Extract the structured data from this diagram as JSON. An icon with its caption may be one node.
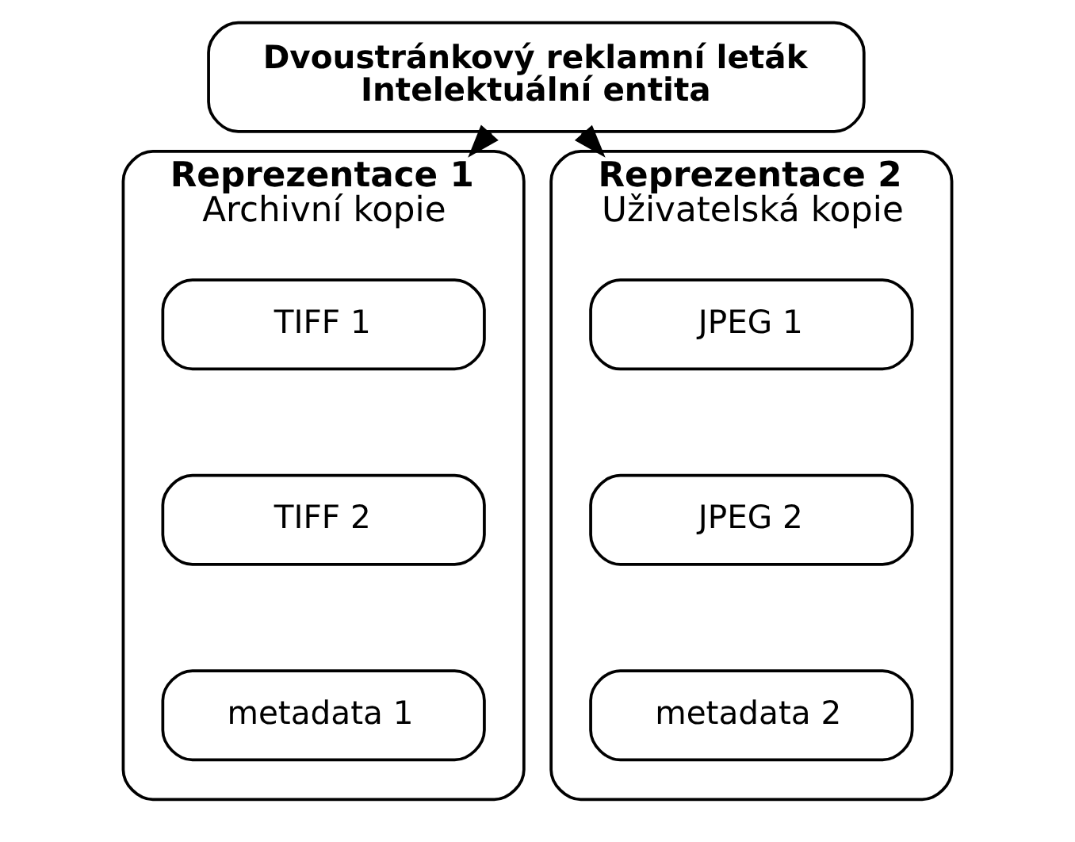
{
  "diagram": {
    "nodes": [
      {
        "text": [
          "Dvoustránkový reklamní leták",
          "Intelektuální entita"
        ]
      },
      {
        "text": [
          "Reprezentace 1",
          "Archivní kopie"
        ]
      },
      {
        "text": [
          "TIFF 1"
        ],
        "in": 1
      },
      {
        "text": [
          "TIFF 2"
        ],
        "in": 1
      },
      {
        "text": [
          "metadata 1"
        ],
        "in": 1
      },
      {
        "text": [
          "Reprezentace 2",
          "Uživatelská kopie"
        ]
      },
      {
        "text": [
          "JPEG 1"
        ],
        "in": 5
      },
      {
        "text": [
          "JPEG 2"
        ],
        "in": 5
      },
      {
        "text": [
          "metadata 2"
        ],
        "in": 5
      }
    ],
    "edges": [
      {
        "from": 0,
        "to": 1,
        "arrow": "to"
      },
      {
        "from": 0,
        "to": 5,
        "arrow": "to"
      }
    ]
  }
}
